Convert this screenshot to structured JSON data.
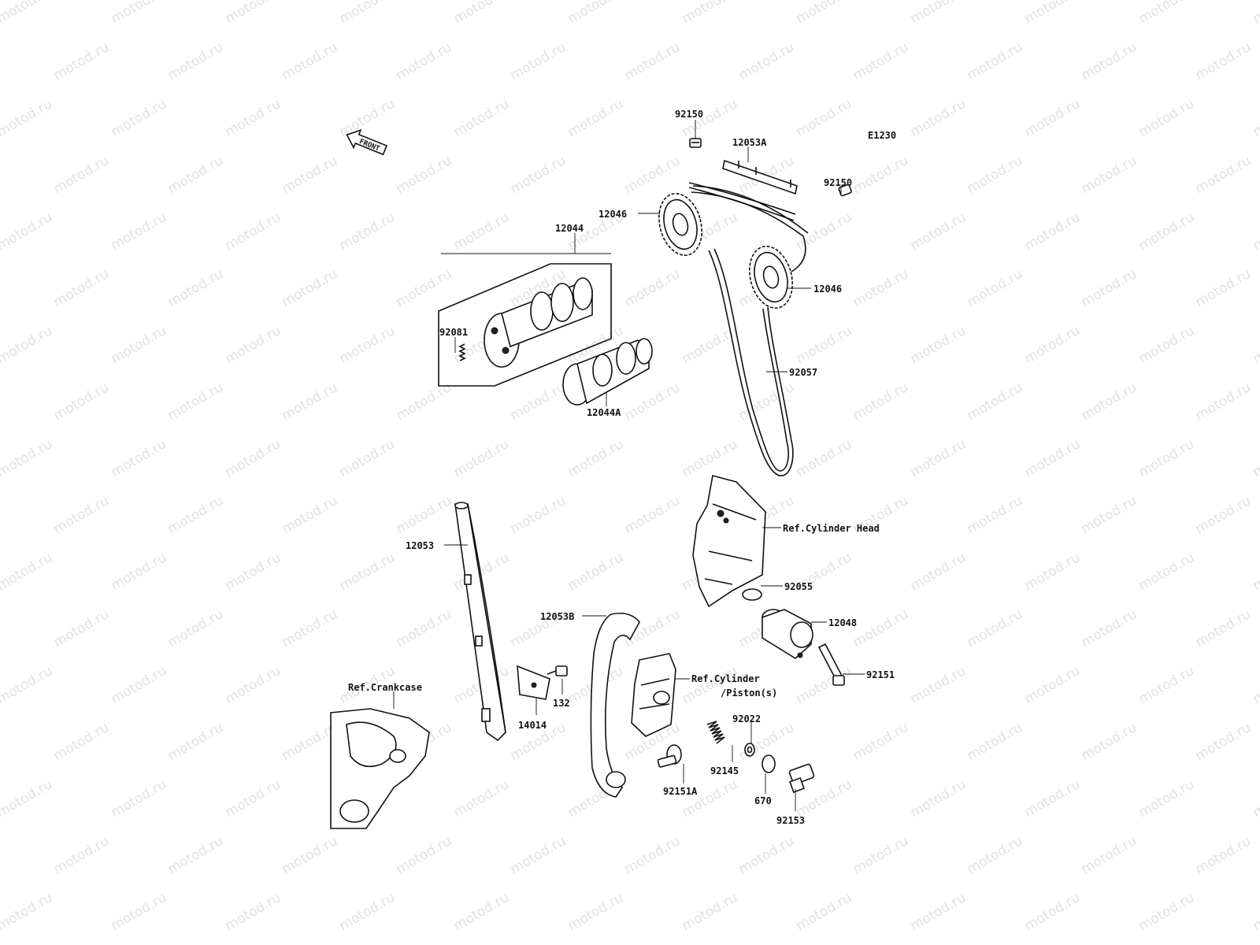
{
  "diagram_code": "E1230",
  "front_label": "FRONT",
  "watermark": "motod.ru",
  "labels": {
    "p92150_top": "92150",
    "p12053A": "12053A",
    "p92150_right": "92150",
    "p12046_top": "12046",
    "p12046_right": "12046",
    "p12044": "12044",
    "p92081": "92081",
    "p12044A": "12044A",
    "p92057": "92057",
    "ref_cylinder_head": "Ref.Cylinder Head",
    "p92055": "92055",
    "p12048": "12048",
    "p92151": "92151",
    "p12053": "12053",
    "p12053B": "12053B",
    "ref_cylinder_piston_1": "Ref.Cylinder",
    "ref_cylinder_piston_2": "/Piston(s)",
    "ref_crankcase": "Ref.Crankcase",
    "p132": "132",
    "p14014": "14014",
    "p92022": "92022",
    "p92145": "92145",
    "p92151A": "92151A",
    "p670": "670",
    "p92153": "92153"
  }
}
